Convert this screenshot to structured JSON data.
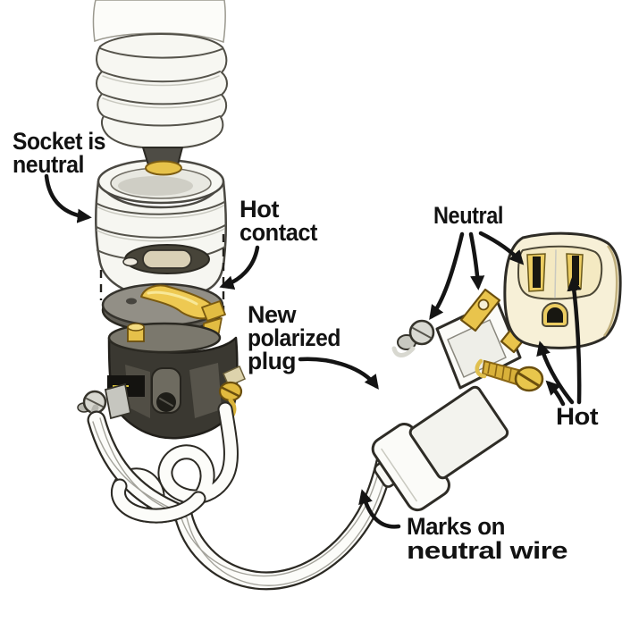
{
  "diagram": {
    "labels": {
      "socket_is_neutral": {
        "line1": "Socket is",
        "line2": "neutral"
      },
      "hot_contact": {
        "line1": "Hot",
        "line2": "contact"
      },
      "new_polarized_plug": {
        "line1": "New",
        "line2": "polarized",
        "line3": "plug"
      },
      "neutral": "Neutral",
      "hot": "Hot",
      "marks_on_neutral_wire": {
        "line1": "Marks on",
        "line2": "neutral wire"
      }
    },
    "colors": {
      "background": "#ffffff",
      "label_text": "#121212",
      "arrow": "#141414",
      "brass": "#e9c44c",
      "brass_dark": "#8a6614",
      "cream": "#f6efd6",
      "socket_body_dark": "#3a3831",
      "metal_gray": "#8f8d84",
      "wire_white": "#fcfcf9",
      "outline": "#2e2c26"
    },
    "parts": [
      "light bulb base",
      "lamp socket shell",
      "hot contact",
      "socket interior",
      "underwriters knot",
      "lamp cord",
      "polarized plug",
      "neutral terminal screw",
      "hot terminal screw",
      "wide neutral blade",
      "narrow hot blade",
      "wall receptacle",
      "neutral slot",
      "hot slot",
      "ground hole"
    ]
  }
}
